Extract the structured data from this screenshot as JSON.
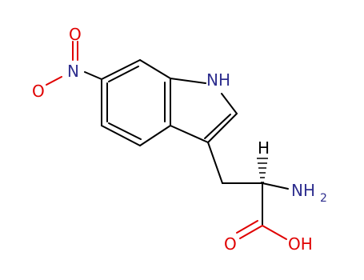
{
  "molecule": {
    "atoms": {
      "oxygen_top": "O",
      "nitrogen_nitro": "N",
      "oxygen_nitro_left": "O",
      "indole_nh": "NH",
      "stereo_h": "H",
      "amine_n": "NH",
      "amine_subscript": "2",
      "carbonyl_o": "O",
      "hydroxyl": "OH"
    },
    "colors": {
      "bond": "#000000",
      "nitrogen": "#2f2f8f",
      "oxygen": "#e00000",
      "hydrogen": "#000000"
    }
  }
}
